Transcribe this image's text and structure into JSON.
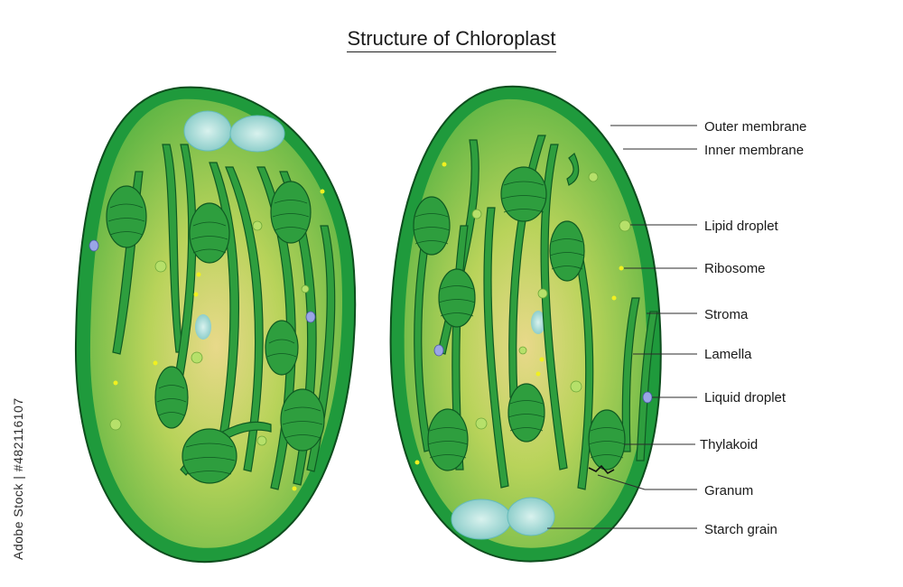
{
  "title": "Structure of Chloroplast",
  "watermark": "Adobe Stock | #482116107",
  "labels": {
    "outer_membrane": "Outer membrane",
    "inner_membrane": "Inner membrane",
    "lipid_droplet": "Lipid droplet",
    "ribosome": "Ribosome",
    "stroma": "Stroma",
    "lamella": "Lamella",
    "liquid_droplet": "Liquid droplet",
    "thylakoid": "Thylakoid",
    "granum": "Granum",
    "starch_grain": "Starch grain"
  },
  "colors": {
    "outer": "#1f9a3c",
    "stroma": "#8cc63f",
    "stroma_light": "#f3d98a",
    "lamella": "#2e9e3e",
    "lamella_stroke": "#0f5a22",
    "starch": "#a8dcd6",
    "droplet": "#b6e06a",
    "ribosome": "#f0f020",
    "liquid": "#9aa6e6"
  }
}
